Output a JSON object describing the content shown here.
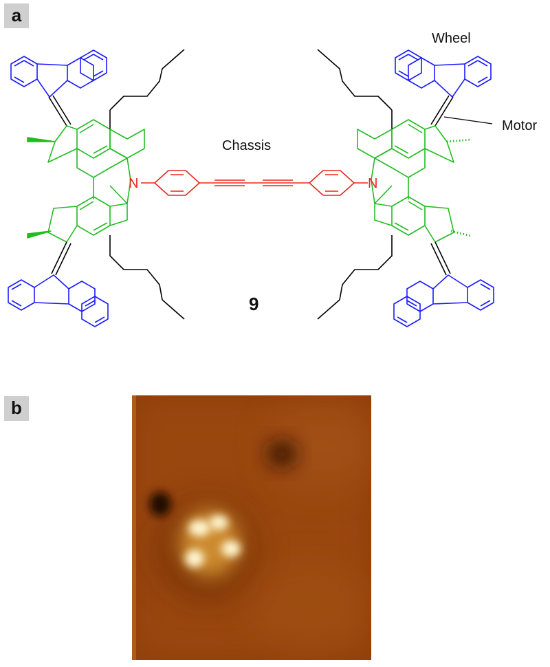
{
  "panels": {
    "a": "a",
    "b": "b"
  },
  "labels": {
    "wheel": "Wheel",
    "motor": "Motor",
    "chassis": "Chassis",
    "compound": "9",
    "nitrogen": "N"
  },
  "colors": {
    "wheel": "#1a1aff",
    "motor": "#22bb22",
    "chassis": "#e8261a",
    "chain": "#000000"
  }
}
